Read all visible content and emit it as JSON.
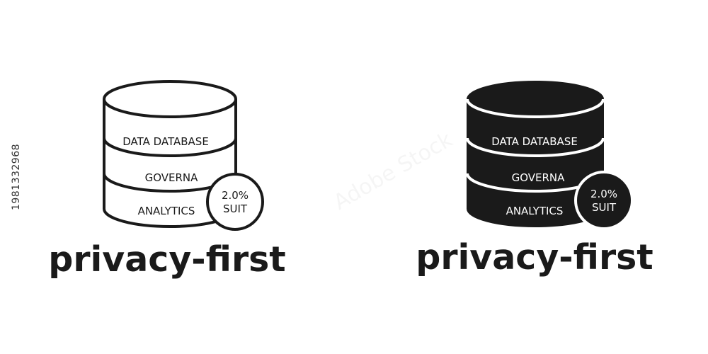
{
  "icons": [
    {
      "variant": "outline",
      "layer_top": "DATA DATABASE",
      "layer_middle": "GOVERNA",
      "layer_bottom": "ANALYTICS",
      "badge_line1": "2.0%",
      "badge_line2": "SUIT",
      "caption": "privacy-first"
    },
    {
      "variant": "filled",
      "layer_top": "DATA DATABASE",
      "layer_middle": "GOVERNA",
      "layer_bottom": "ANALYTICS",
      "badge_line1": "2.0%",
      "badge_line2": "SUIT",
      "caption": "privacy-first"
    }
  ],
  "stock_id": "1981332968",
  "watermark": "Adobe Stock",
  "colors": {
    "ink": "#1a1a1a",
    "background": "#ffffff"
  }
}
